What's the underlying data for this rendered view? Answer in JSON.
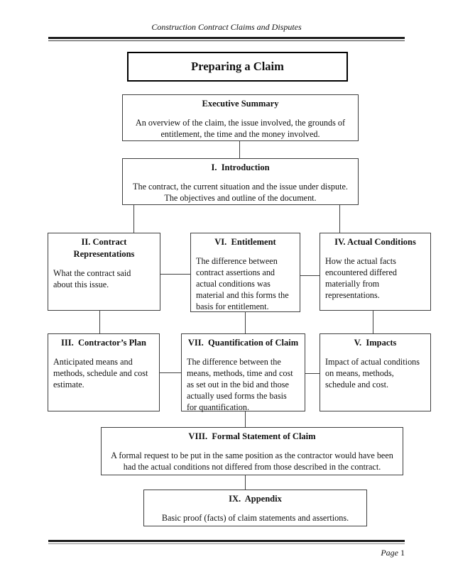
{
  "page": {
    "running_header": "Construction Contract Claims and Disputes",
    "footer": {
      "label": "Page",
      "number": "1"
    }
  },
  "diagram": {
    "title": "Preparing a Claim",
    "nodes": {
      "executive_summary": {
        "heading": "Executive Summary",
        "body": "An overview of the claim, the issue involved, the grounds of\nentitlement, the time and the money involved."
      },
      "introduction": {
        "heading": "I.  Introduction",
        "body": "The contract, the current situation and the issue under dispute.\nThe objectives and outline of the document."
      },
      "contract_representations": {
        "heading": "II. Contract\nRepresentations",
        "body": "What the contract said\nabout this issue."
      },
      "entitlement": {
        "heading": "VI.  Entitlement",
        "body": "The difference between\ncontract assertions and\nactual conditions was\nmaterial and this forms the\nbasis for entitlement."
      },
      "actual_conditions": {
        "heading": "IV. Actual Conditions",
        "body": "How the actual facts\nencountered differed\nmaterially from\nrepresentations."
      },
      "contractors_plan": {
        "heading": "III.  Contractor’s Plan",
        "body": "Anticipated means and\nmethods, schedule and cost\nestimate."
      },
      "quantification_of_claim": {
        "heading": "VII.  Quantification of Claim",
        "body": "The difference between the\nmeans, methods, time and cost\nas set out in the bid and those\nactually used forms the basis\nfor quantification."
      },
      "impacts": {
        "heading": "V.  Impacts",
        "body": "Impact of actual conditions\non means, methods,\nschedule and cost."
      },
      "formal_statement_of_claim": {
        "heading": "VIII.  Formal Statement of Claim",
        "body": "A formal request to be put in the same position as the contractor would have been\nhad the actual conditions not differed from those described in the contract."
      },
      "appendix": {
        "heading": "IX.  Appendix",
        "body": "Basic proof (facts) of claim statements and assertions."
      }
    },
    "colors": {
      "line": "#3f3f3f",
      "box_border": "#3f3f3f",
      "title_border": "#000000",
      "text": "#111111",
      "background": "#ffffff"
    }
  }
}
